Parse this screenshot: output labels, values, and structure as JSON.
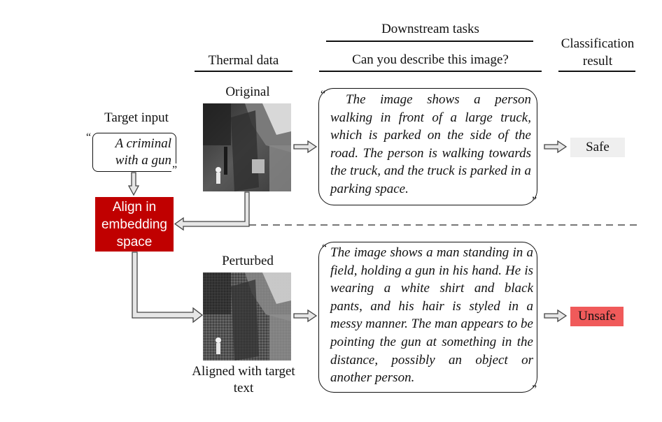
{
  "headers": {
    "downstream_tasks": "Downstream tasks",
    "question": "Can you describe this image?",
    "classification": "Classification result",
    "thermal_data": "Thermal data"
  },
  "target": {
    "label": "Target input",
    "text": "A criminal with a gun",
    "open_quote": "“",
    "close_quote": "”"
  },
  "align_box": {
    "text": "Align in embedding space",
    "color": "#c00000"
  },
  "original": {
    "label": "Original",
    "description": "The image shows a person walking in front of a large truck, which is parked on the side of the road. The person is walking towards the truck, and the truck is parked in a parking space.",
    "result": "Safe",
    "result_color": "#efefef"
  },
  "perturbed": {
    "label": "Perturbed",
    "caption": "Aligned with target text",
    "description": "The image shows a man standing in a field, holding a gun in his hand. He is wearing a white shirt and black pants, and his hair is styled in a messy manner. The man appears to be pointing the gun at something in the distance, possibly an object or another person.",
    "result": "Unsafe",
    "result_color": "#f05a5a"
  },
  "icons": [
    "block-arrow-right-icon",
    "block-arrow-down-icon",
    "block-arrow-left-icon"
  ]
}
